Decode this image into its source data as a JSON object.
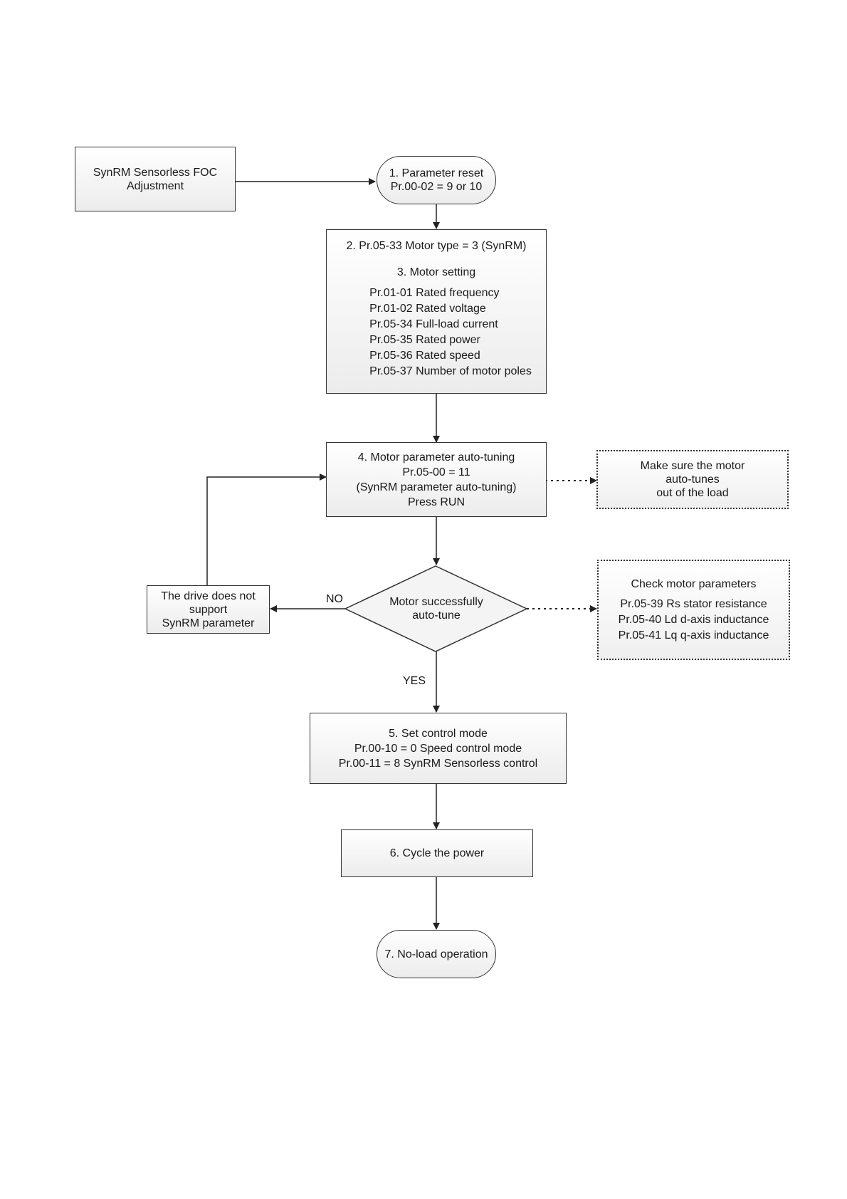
{
  "nodes": {
    "start": {
      "lines": [
        "SynRM Sensorless FOC",
        "Adjustment"
      ]
    },
    "step1": {
      "lines": [
        "1. Parameter reset",
        "Pr.00-02 = 9 or 10"
      ]
    },
    "step2_3": {
      "title": "2. Pr.05-33 Motor type = 3 (SynRM)",
      "subtitle": "3. Motor setting",
      "items": [
        "Pr.01-01 Rated frequency",
        "Pr.01-02 Rated voltage",
        "Pr.05-34 Full-load current",
        "Pr.05-35 Rated power",
        "Pr.05-36 Rated speed",
        "Pr.05-37 Number of motor poles"
      ]
    },
    "step4": {
      "lines": [
        "4. Motor parameter auto-tuning",
        "Pr.05-00 = 11",
        "(SynRM parameter auto-tuning)",
        "Press RUN"
      ]
    },
    "note1": {
      "lines": [
        "Make sure the motor",
        "auto-tunes",
        "out of the load"
      ]
    },
    "decision": {
      "lines": [
        "Motor successfully",
        "auto-tune"
      ]
    },
    "fail": {
      "lines": [
        "The drive does not",
        "support",
        "SynRM parameter"
      ]
    },
    "note2": {
      "title": "Check motor parameters",
      "items": [
        "Pr.05-39 Rs stator resistance",
        "Pr.05-40 Ld d-axis inductance",
        "Pr.05-41 Lq q-axis inductance"
      ]
    },
    "step5": {
      "lines": [
        "5. Set control mode",
        "Pr.00-10 = 0 Speed control mode",
        "Pr.00-11 = 8 SynRM Sensorless control"
      ]
    },
    "step6": {
      "lines": [
        "6. Cycle the power"
      ]
    },
    "step7": {
      "lines": [
        "7. No-load operation"
      ]
    }
  },
  "edge_labels": {
    "no": "NO",
    "yes": "YES"
  }
}
